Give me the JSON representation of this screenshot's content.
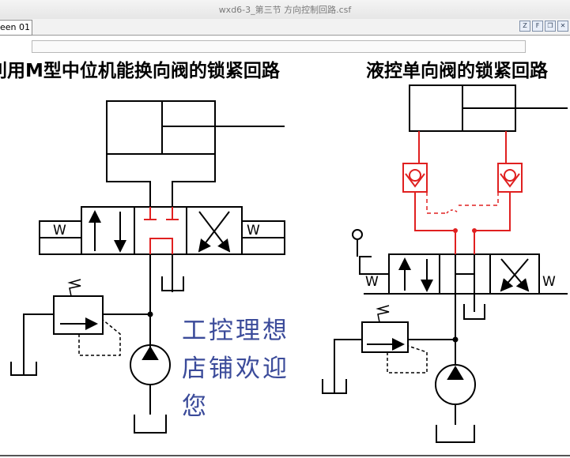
{
  "window": {
    "title": "wxd6-3_第三节 方向控制回路.csf",
    "tab_label": "een 01",
    "buttons": [
      "zx",
      "fx",
      "restore",
      "close"
    ]
  },
  "diagram": {
    "left_title": "利用M型中位机能换向阀的锁紧回路",
    "right_title": "液控单向阀的锁紧回路",
    "watermark_lines": [
      "工控理想",
      "店铺欢迎",
      "您"
    ],
    "spring_label": "W",
    "colors": {
      "line": "#000000",
      "highlight": "#e02020",
      "watermark": "#3b4b9a"
    }
  }
}
